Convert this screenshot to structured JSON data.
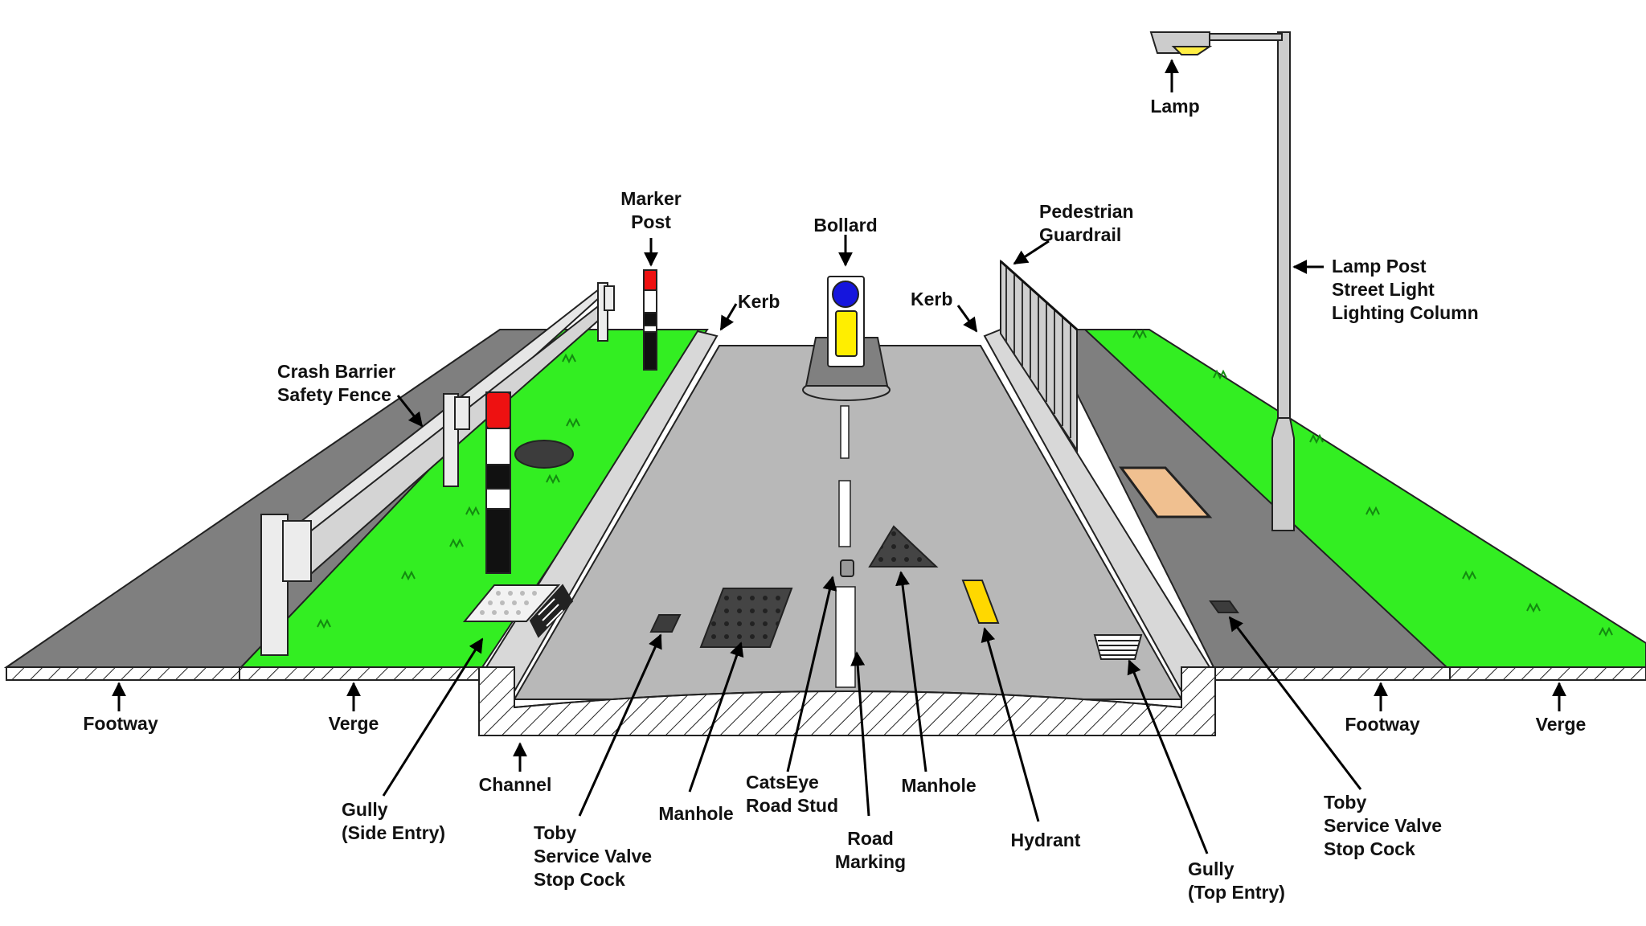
{
  "labels": {
    "lamp": [
      "Lamp"
    ],
    "lamp_post": [
      "Lamp Post",
      "Street Light",
      "Lighting Column"
    ],
    "marker_post": [
      "Marker",
      "Post"
    ],
    "bollard": [
      "Bollard"
    ],
    "pedestrian_guardrail": [
      "Pedestrian",
      "Guardrail"
    ],
    "kerb_left": [
      "Kerb"
    ],
    "kerb_right": [
      "Kerb"
    ],
    "crash_barrier": [
      "Crash Barrier",
      "Safety Fence"
    ],
    "footway_left": [
      "Footway"
    ],
    "verge_left": [
      "Verge"
    ],
    "channel": [
      "Channel"
    ],
    "gully_side": [
      "Gully",
      "(Side Entry)"
    ],
    "toby_left": [
      "Toby",
      "Service Valve",
      "Stop Cock"
    ],
    "manhole_left": [
      "Manhole"
    ],
    "catseye": [
      "CatsEye",
      "Road Stud"
    ],
    "road_marking": [
      "Road",
      "Marking"
    ],
    "manhole_right": [
      "Manhole"
    ],
    "hydrant": [
      "Hydrant"
    ],
    "gully_top": [
      "Gully",
      "(Top Entry)"
    ],
    "toby_right": [
      "Toby",
      "Service Valve",
      "Stop Cock"
    ],
    "footway_right": [
      "Footway"
    ],
    "verge_right": [
      "Verge"
    ]
  },
  "colors": {
    "grass": "#33ee22",
    "road": "#b8b8b8",
    "footway": "#7f7f7f",
    "kerb": "#d2d2d2",
    "marker_red": "#ee1111",
    "bollard_blue": "#1515dd",
    "bollard_yellow": "#ffee00",
    "hydrant_yellow": "#ffd800",
    "manhole_dark": "#3c3c3c",
    "lamp_light": "#ffee44",
    "utility_cover": "#f0c090"
  }
}
